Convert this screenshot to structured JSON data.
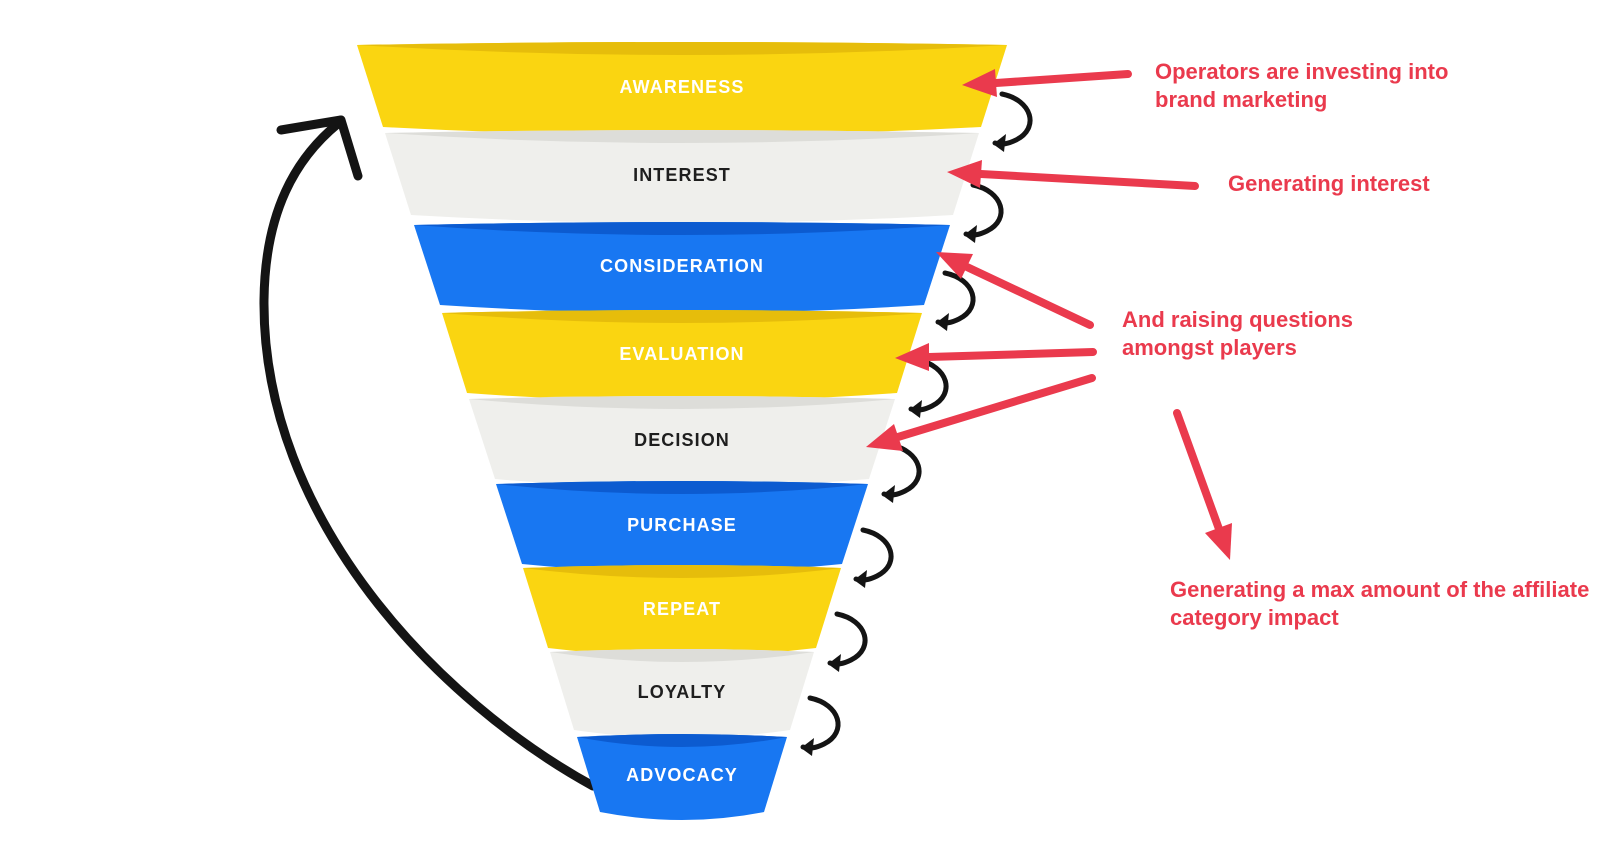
{
  "colors": {
    "bg": "#FFFFFF",
    "red": "#EA3A4D",
    "black": "#141414",
    "yellow": "#FAD511",
    "yellow-lip": "#E6BD0B",
    "blue": "#1877F2",
    "blue-lip": "#0C5BD0",
    "gray": "#EFEFEC",
    "gray-lip": "#DDDDD9"
  },
  "stages": [
    {
      "label": "AWARENESS",
      "fill": "#FAD511",
      "lip": "#E6BD0B",
      "text_color": "#FFFFFF"
    },
    {
      "label": "INTEREST",
      "fill": "#EFEFEC",
      "lip": "#DDDDD9",
      "text_color": "#1E1E1E"
    },
    {
      "label": "CONSIDERATION",
      "fill": "#1877F2",
      "lip": "#0C5BD0",
      "text_color": "#FFFFFF"
    },
    {
      "label": "EVALUATION",
      "fill": "#FAD511",
      "lip": "#E6BD0B",
      "text_color": "#FFFFFF"
    },
    {
      "label": "DECISION",
      "fill": "#EFEFEC",
      "lip": "#DDDDD9",
      "text_color": "#1E1E1E"
    },
    {
      "label": "PURCHASE",
      "fill": "#1877F2",
      "lip": "#0C5BD0",
      "text_color": "#FFFFFF"
    },
    {
      "label": "REPEAT",
      "fill": "#FAD511",
      "lip": "#E6BD0B",
      "text_color": "#FFFFFF"
    },
    {
      "label": "LOYALTY",
      "fill": "#EFEFEC",
      "lip": "#DDDDD9",
      "text_color": "#1E1E1E"
    },
    {
      "label": "ADVOCACY",
      "fill": "#1877F2",
      "lip": "#0C5BD0",
      "text_color": "#FFFFFF"
    }
  ],
  "annotations": {
    "operators": "Operators are investing into brand marketing",
    "interest": "Generating interest",
    "questions": "And raising questions amongst players",
    "impact": "Generating a max amount of the affiliate category impact"
  }
}
